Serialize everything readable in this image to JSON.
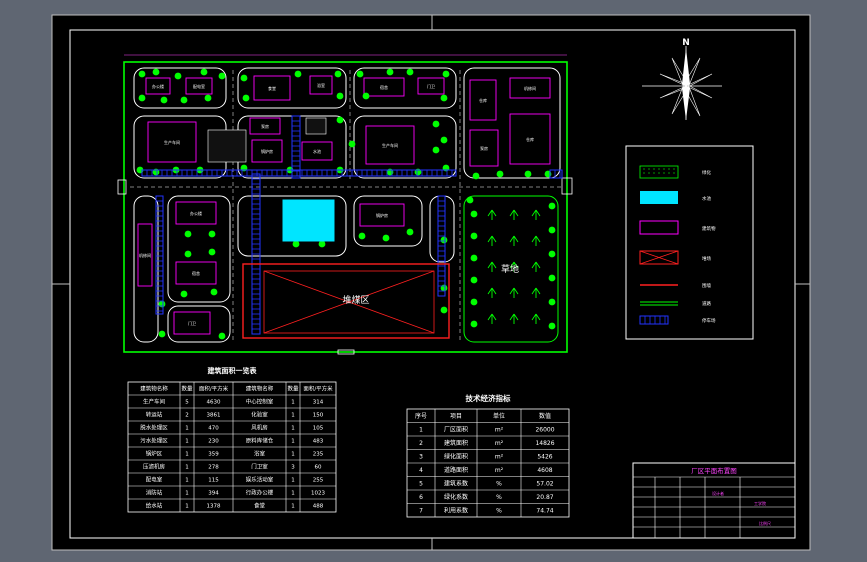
{
  "colors": {
    "background": "#000000",
    "frame": "#ffffff",
    "site": "#00ff00",
    "building": "#ff00ff",
    "road": "#ffffff",
    "lane": "#2233ff",
    "water": "#00e5ff",
    "landmark": "#ff2020",
    "tree": "#00ff00",
    "title": "#ff44ff",
    "table_line": "#ffffff",
    "gray": "#5f6672"
  },
  "plan": {
    "north": "N",
    "zones": {
      "reserve": "堆煤区",
      "greenfield": "草地"
    },
    "labels": {
      "b1": "办公楼",
      "b2": "生产车间",
      "b3": "锅炉房",
      "b4": "浴室",
      "b5": "食堂",
      "b6": "宿舍",
      "b7": "仓库",
      "b8": "机修间",
      "b9": "泵房",
      "b10": "水池",
      "b11": "配电室",
      "b12": "门卫"
    }
  },
  "legend": {
    "items": [
      "绿化",
      "水池",
      "建筑物",
      "堆场",
      "围墙",
      "道路",
      "停车场"
    ]
  },
  "table1": {
    "title": "建筑面积一览表",
    "headers": [
      "建筑物名称",
      "数量",
      "面积/平方米",
      "建筑物名称",
      "数量",
      "面积/平方米"
    ],
    "rows": [
      [
        "生产车间",
        "5",
        "4630",
        "中心控制室",
        "1",
        "314"
      ],
      [
        "转运站",
        "2",
        "3861",
        "化验室",
        "1",
        "150"
      ],
      [
        "脱水处理区",
        "1",
        "470",
        "风机房",
        "1",
        "105"
      ],
      [
        "污水处理区",
        "1",
        "230",
        "原料库储仓",
        "1",
        "483"
      ],
      [
        "锅炉区",
        "1",
        "359",
        "浴室",
        "1",
        "235"
      ],
      [
        "压滤机房",
        "1",
        "278",
        "门卫室",
        "3",
        "60"
      ],
      [
        "配电室",
        "1",
        "115",
        "娱乐活动室",
        "1",
        "255"
      ],
      [
        "消防站",
        "1",
        "394",
        "行政办公楼",
        "1",
        "1023"
      ],
      [
        "给水站",
        "1",
        "1378",
        "食堂",
        "1",
        "488"
      ]
    ]
  },
  "table2": {
    "title": "技术经济指标",
    "headers": [
      "序号",
      "项目",
      "单位",
      "数值"
    ],
    "rows": [
      [
        "1",
        "厂区面积",
        "m²",
        "26000"
      ],
      [
        "2",
        "建筑面积",
        "m²",
        "14826"
      ],
      [
        "3",
        "绿化面积",
        "m²",
        "5426"
      ],
      [
        "4",
        "道路面积",
        "m²",
        "4608"
      ],
      [
        "5",
        "建筑系数",
        "%",
        "57.02"
      ],
      [
        "6",
        "绿化系数",
        "%",
        "20.87"
      ],
      [
        "7",
        "利用系数",
        "%",
        "74.74"
      ]
    ]
  },
  "titleblock": {
    "title": "厂区平面布置图",
    "school": "设计者",
    "dept": "工学院",
    "scale": "比例尺"
  }
}
